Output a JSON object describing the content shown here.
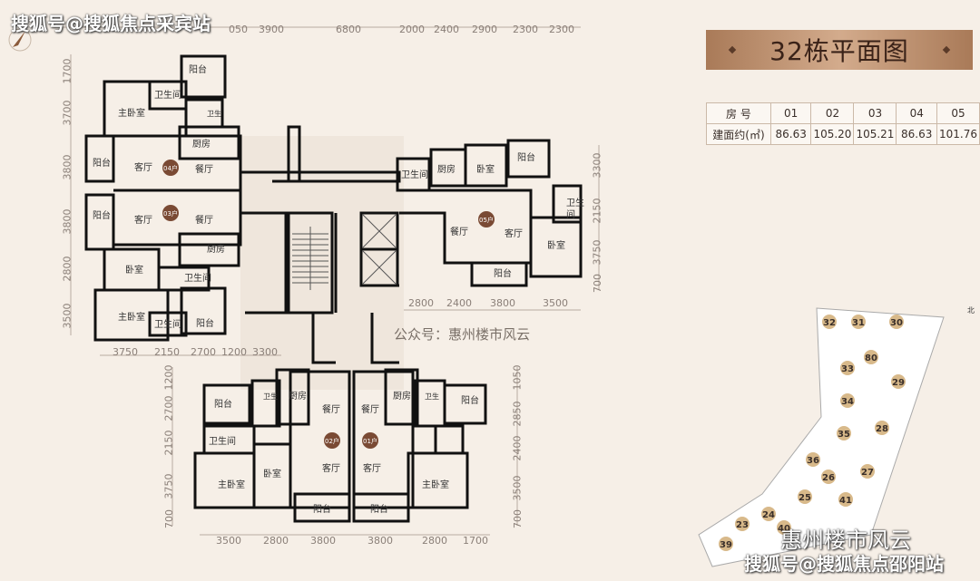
{
  "watermark_top": "搜狐号@搜狐焦点采宾站",
  "watermark_bottom": "搜狐号@搜狐焦点邵阳站",
  "watermark_logo": "惠州楼市风云",
  "wechat_text": "公众号：惠州楼市风云",
  "title": "32栋平面图",
  "area_table": {
    "header_label": "房 号",
    "row_label": "建面约(㎡)",
    "units": [
      "01",
      "02",
      "03",
      "04",
      "05"
    ],
    "areas": [
      "86.63",
      "105.20",
      "105.21",
      "86.63",
      "101.76"
    ]
  },
  "dims": {
    "top": [
      "050",
      "3900",
      "6800",
      "2000",
      "2400",
      "2900",
      "2300",
      "2300"
    ],
    "left": [
      "1700",
      "3700",
      "3800",
      "3800",
      "2800",
      "3500"
    ],
    "mid_bottom": [
      "3750",
      "2150",
      "2700",
      "1200",
      "3300"
    ],
    "right_top": [
      "3300",
      "2150",
      "3750",
      "700"
    ],
    "right_bottom_row": [
      "2800",
      "2400",
      "3800",
      "3500"
    ],
    "lower_left": [
      "1200",
      "2700",
      "2150",
      "3750",
      "700"
    ],
    "lower_right": [
      "1050",
      "2850",
      "2400",
      "3500",
      "700"
    ],
    "bottom": [
      "3500",
      "2800",
      "3800",
      "3800",
      "2800",
      "1700"
    ]
  },
  "rooms": {
    "balcony": "阳台",
    "master": "主卧室",
    "bath": "卫生间",
    "kitchen": "厨房",
    "living": "客厅",
    "dining": "餐厅",
    "bedroom": "卧室"
  },
  "unit_badges": [
    "04",
    "03",
    "05",
    "02",
    "01"
  ],
  "site_plan": {
    "north": "北",
    "buildings": [
      "32",
      "31",
      "30",
      "80",
      "33",
      "29",
      "34",
      "28",
      "35",
      "36",
      "27",
      "26",
      "25",
      "41",
      "24",
      "23",
      "39",
      "40"
    ]
  }
}
